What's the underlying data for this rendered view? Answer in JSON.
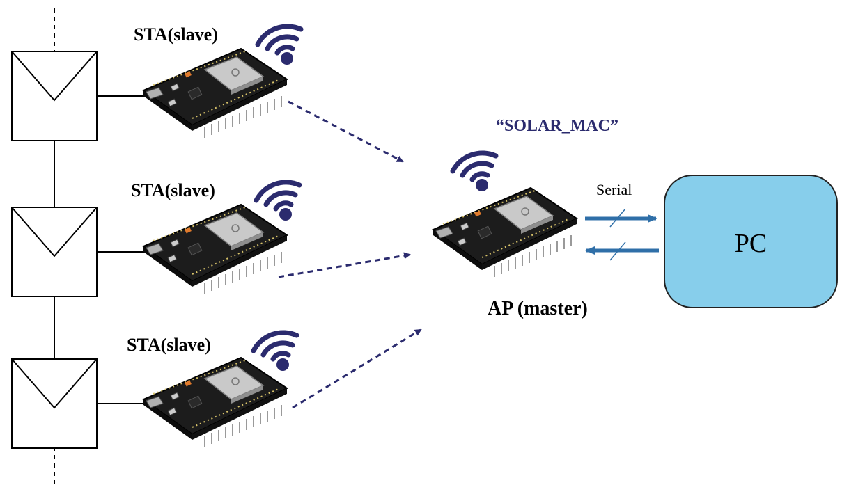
{
  "labels": {
    "sta_top": "STA(slave)",
    "sta_mid": "STA(slave)",
    "sta_bot": "STA(slave)",
    "ssid": "“SOLAR_MAC”",
    "serial": "Serial",
    "pc": "PC",
    "ap": "AP (master)"
  },
  "colors": {
    "wifi": "#2b2b6e",
    "arrow_dashed": "#2b2b6e",
    "serial_arrow": "#2f6fa8",
    "pc_fill": "#87ceeb",
    "pc_stroke": "#222222",
    "board": "#1a1a1a",
    "chip": "#b9b9b9"
  },
  "icons": {
    "solar_panel": "solar-panel-icon",
    "wifi": "wifi-icon",
    "board": "esp32-board-icon"
  }
}
